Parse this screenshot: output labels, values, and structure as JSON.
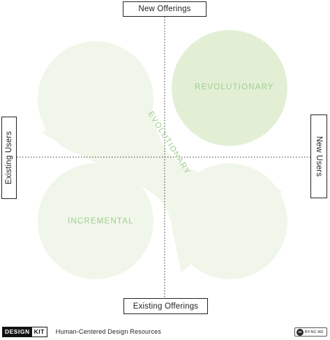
{
  "axes": {
    "top": "New Offerings",
    "bottom": "Existing Offerings",
    "left": "Existing Users",
    "right": "New Users"
  },
  "zones": {
    "revolutionary": "REVOLUTIONARY",
    "evolutionary": "EVOLUTIONARY",
    "incremental": "INCREMENTAL"
  },
  "colors": {
    "light_fill": "#f1f6ea",
    "dark_fill": "#e2efd5",
    "zone_text": "#9fcf8f"
  },
  "footer": {
    "logo_left": "DESIGN",
    "logo_right": "KIT",
    "tagline": "Human-Centered Design Resources",
    "license": "BY-NC-ND"
  }
}
